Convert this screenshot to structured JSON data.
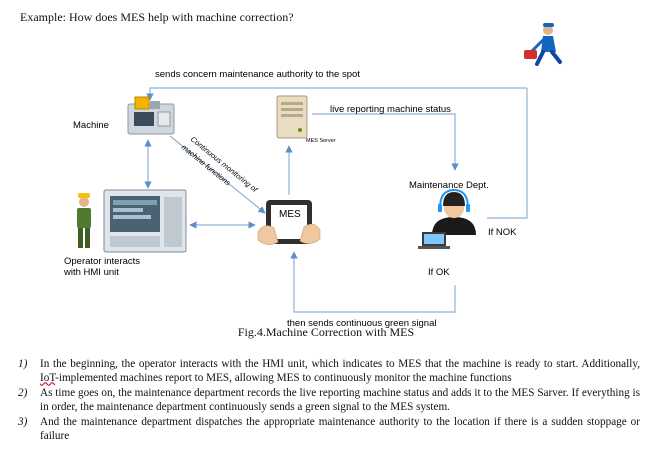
{
  "intro": "Example: How does MES help with machine correction?",
  "diagram": {
    "top_flow": "sends concern maintenance authority to the spot",
    "machine": "Machine",
    "server_flow": "live reporting machine status",
    "server": "MES Server",
    "monitoring": [
      "Continuous monitoring of",
      "machine functions"
    ],
    "maintenance": "Maintenance Dept.",
    "mes": "MES",
    "nok": "If NOK",
    "operator": [
      "Operator interacts",
      "with HMI unit"
    ],
    "ok": "If OK",
    "bottom_flow": "then sends continuous green signal"
  },
  "caption": "Fig.4.Machine Correction with MES",
  "steps": [
    {
      "num": "1)",
      "pre": "In the beginning, the operator interacts with the HMI unit, which indicates to MES that the machine is ready to start. Additionally, ",
      "mark": "IoT",
      "post": "-implemented machines report to MES, allowing MES to continuously monitor the machine functions"
    },
    {
      "num": "2)",
      "pre": "As time goes on, the maintenance department records the live reporting machine status and adds it to the MES Sarver. If everything is in order, the maintenance department continuously sends a green signal to the MES system.",
      "mark": "",
      "post": ""
    },
    {
      "num": "3)",
      "pre": "And the maintenance department dispatches the appropriate maintenance authority to the location if there is a sudden stoppage or failure",
      "mark": "",
      "post": ""
    }
  ]
}
